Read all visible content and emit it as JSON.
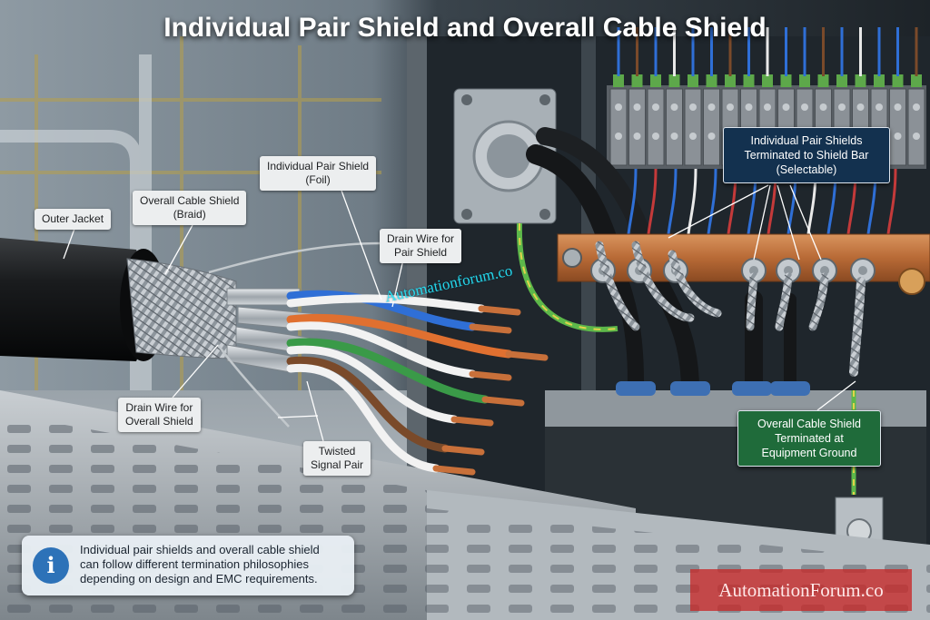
{
  "title": "Individual Pair Shield and Overall Cable Shield",
  "labels": {
    "outer_jacket": "Outer Jacket",
    "overall_shield": [
      "Overall Cable Shield",
      "(Braid)"
    ],
    "pair_shield": [
      "Individual Pair Shield",
      "(Foil)"
    ],
    "drain_pair": [
      "Drain Wire for",
      "Pair Shield"
    ],
    "drain_overall": [
      "Drain Wire for",
      "Overall Shield"
    ],
    "twisted_pair": [
      "Twisted",
      "Signal Pair"
    ],
    "pair_shields_terminated": [
      "Individual Pair Shields",
      "Terminated to Shield Bar",
      "(Selectable)"
    ],
    "overall_terminated": [
      "Overall Cable Shield",
      "Terminated at",
      "Equipment Ground"
    ]
  },
  "info": {
    "icon": "info-icon",
    "lines": [
      "Individual pair shields and overall cable shield",
      "can follow different termination philosophies",
      "depending on design and EMC requirements."
    ]
  },
  "watermarks": {
    "center": "Automationforum.co",
    "corner": "AutomationForum.co"
  },
  "colors": {
    "pair_callout_bg": "#13314f",
    "ground_callout_bg": "#1f6b3a",
    "copper": "#c8703a",
    "info_icon": "#2d72b8"
  }
}
